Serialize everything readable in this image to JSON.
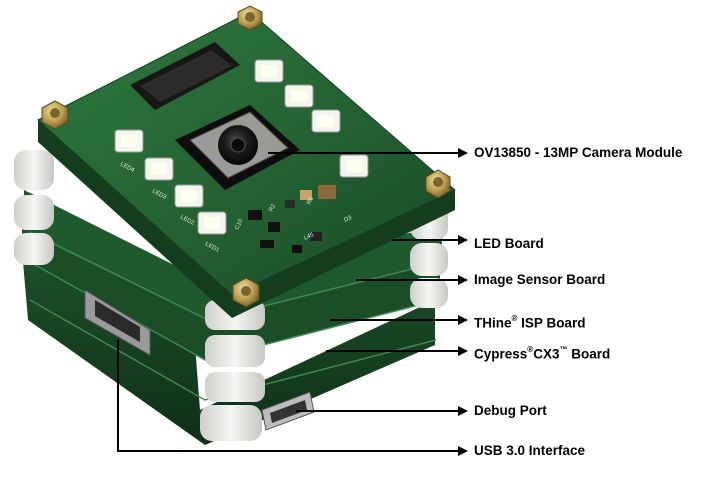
{
  "labels": {
    "camera_module": "OV13850 - 13MP Camera Module",
    "led_board": "LED Board",
    "image_sensor_board": "Image Sensor Board",
    "isp_board": {
      "brand": "THine",
      "mark": "®",
      "rest": " ISP Board"
    },
    "cx3_board": {
      "brand": "Cypress",
      "mark1": "®",
      "product": "CX3",
      "mark2": "™",
      "rest": " Board"
    },
    "debug_port": "Debug Port",
    "usb_interface": "USB 3.0 Interface"
  },
  "board_silkscreen": {
    "led1": "LED1",
    "led2": "LED2",
    "led3": "LED3",
    "led4": "LED4",
    "c10": "C10",
    "r2": "R2",
    "l45": "L45",
    "d3": "D3",
    "r6": "R6"
  },
  "colors": {
    "pcb_green": "#1f5a2e",
    "pcb_edge": "#153f20",
    "spacer_white": "#e9e9e6",
    "brass": "#b59a4c",
    "leader": "#000000"
  }
}
